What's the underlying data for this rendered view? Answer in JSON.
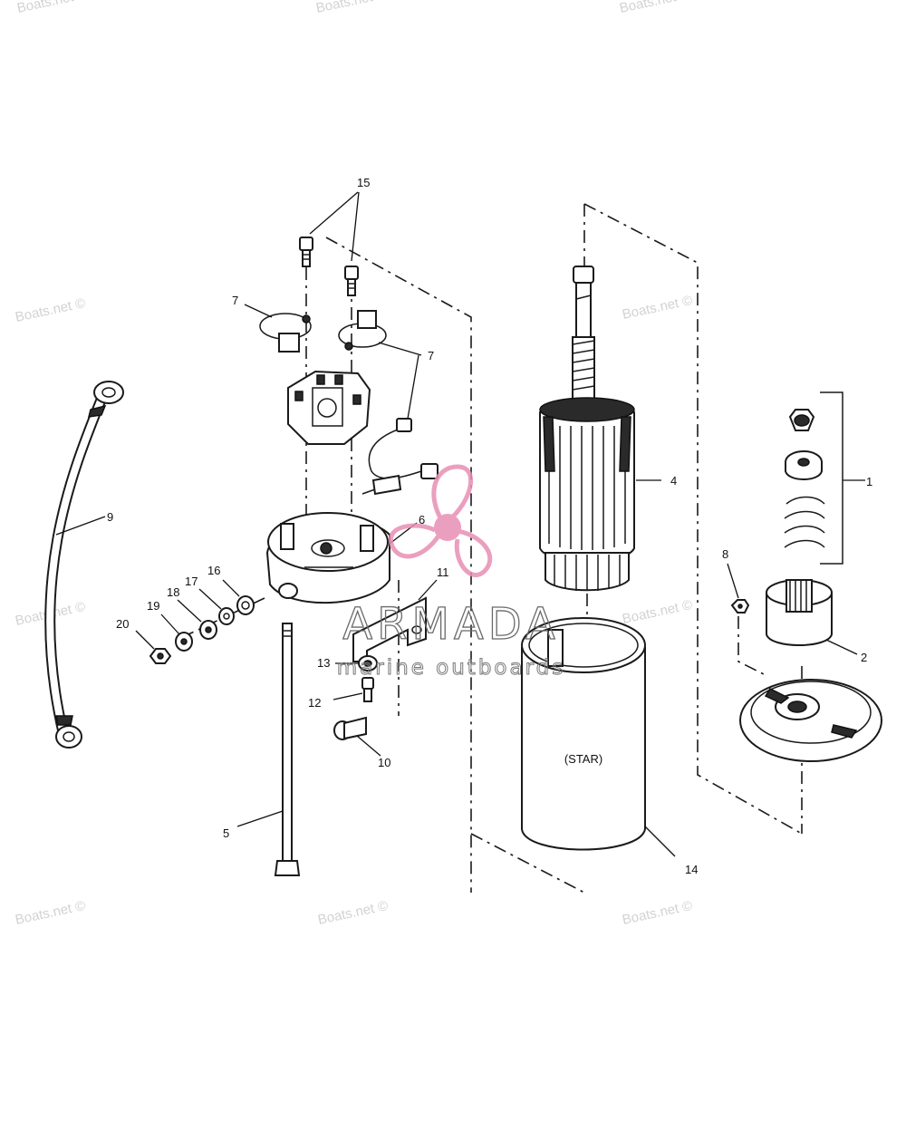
{
  "diagram": {
    "callouts": [
      "1",
      "2",
      "4",
      "5",
      "6",
      "7",
      "7",
      "8",
      "9",
      "10",
      "11",
      "12",
      "13",
      "14",
      "15",
      "16",
      "17",
      "18",
      "19",
      "20"
    ],
    "housing_label": "(STAR)",
    "watermark_text": "Boats.net ©",
    "brand": {
      "name": "ARMADA",
      "tagline": "marine outboards",
      "accent_color": "#e88fb4"
    }
  }
}
